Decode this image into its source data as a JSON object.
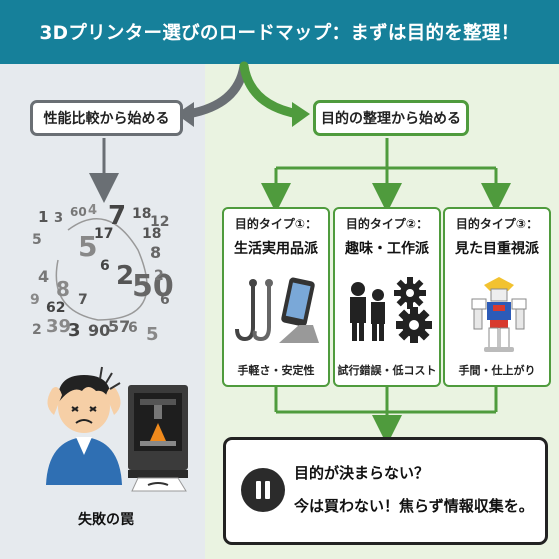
{
  "header": {
    "title": "3Dプリンター選びのロードマップ：まずは目的を整理！"
  },
  "left_branch": {
    "label": "性能比較から始める",
    "trap_label": "失敗の罠"
  },
  "right_branch": {
    "label": "目的の整理から始める"
  },
  "number_cloud": [
    "1",
    "3",
    "60",
    "4",
    "7",
    "18",
    "12",
    "5",
    "5",
    "17",
    "18",
    "8",
    "4",
    "8",
    "6",
    "2",
    "50",
    "2",
    "9",
    "62",
    "7",
    "6",
    "2",
    "39",
    "3",
    "90",
    "57",
    "6",
    "5"
  ],
  "cards": [
    {
      "label": "目的タイプ①：",
      "title": "生活実用品派",
      "caption": "手軽さ・安定性",
      "icon": "hook-and-phone-stand-icon"
    },
    {
      "label": "目的タイプ②：",
      "title": "趣味・工作派",
      "caption": "試行錯誤・低コスト",
      "icon": "maker-gears-icon"
    },
    {
      "label": "目的タイプ③：",
      "title": "見た目重視派",
      "caption": "手間・仕上がり",
      "icon": "robot-figure-icon"
    }
  ],
  "conclusion": {
    "line1": "目的が決まらない？",
    "line2": "今は買わない！焦らず情報収集を。"
  },
  "colors": {
    "banner": "#16809a",
    "green": "#4f9b3d",
    "gray": "#6a6f74"
  }
}
